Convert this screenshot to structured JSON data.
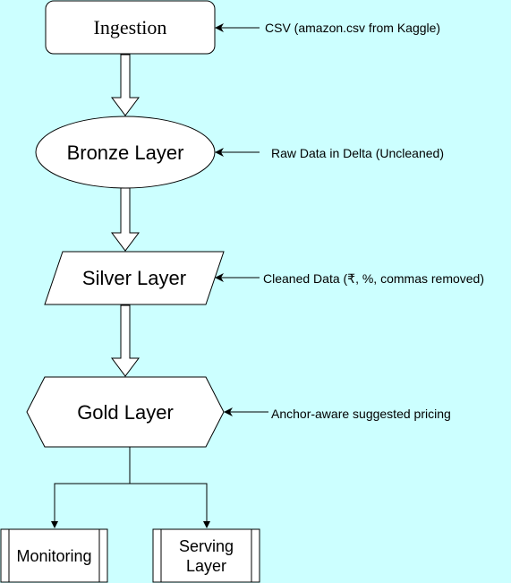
{
  "colors": {
    "background": "#ccffff",
    "node_fill": "#ffffff",
    "stroke": "#000000"
  },
  "nodes": {
    "ingestion": {
      "label": "Ingestion"
    },
    "bronze": {
      "label": "Bronze Layer"
    },
    "silver": {
      "label": "Silver Layer"
    },
    "gold": {
      "label": "Gold Layer"
    },
    "monitoring": {
      "label": "Monitoring"
    },
    "serving": {
      "label_line1": "Serving",
      "label_line2": "Layer"
    }
  },
  "annotations": {
    "ingestion": "CSV (amazon.csv from Kaggle)",
    "bronze": "Raw Data in Delta (Uncleaned)",
    "silver": "Cleaned Data (₹, %, commas removed)",
    "gold": "Anchor-aware suggested pricing"
  }
}
